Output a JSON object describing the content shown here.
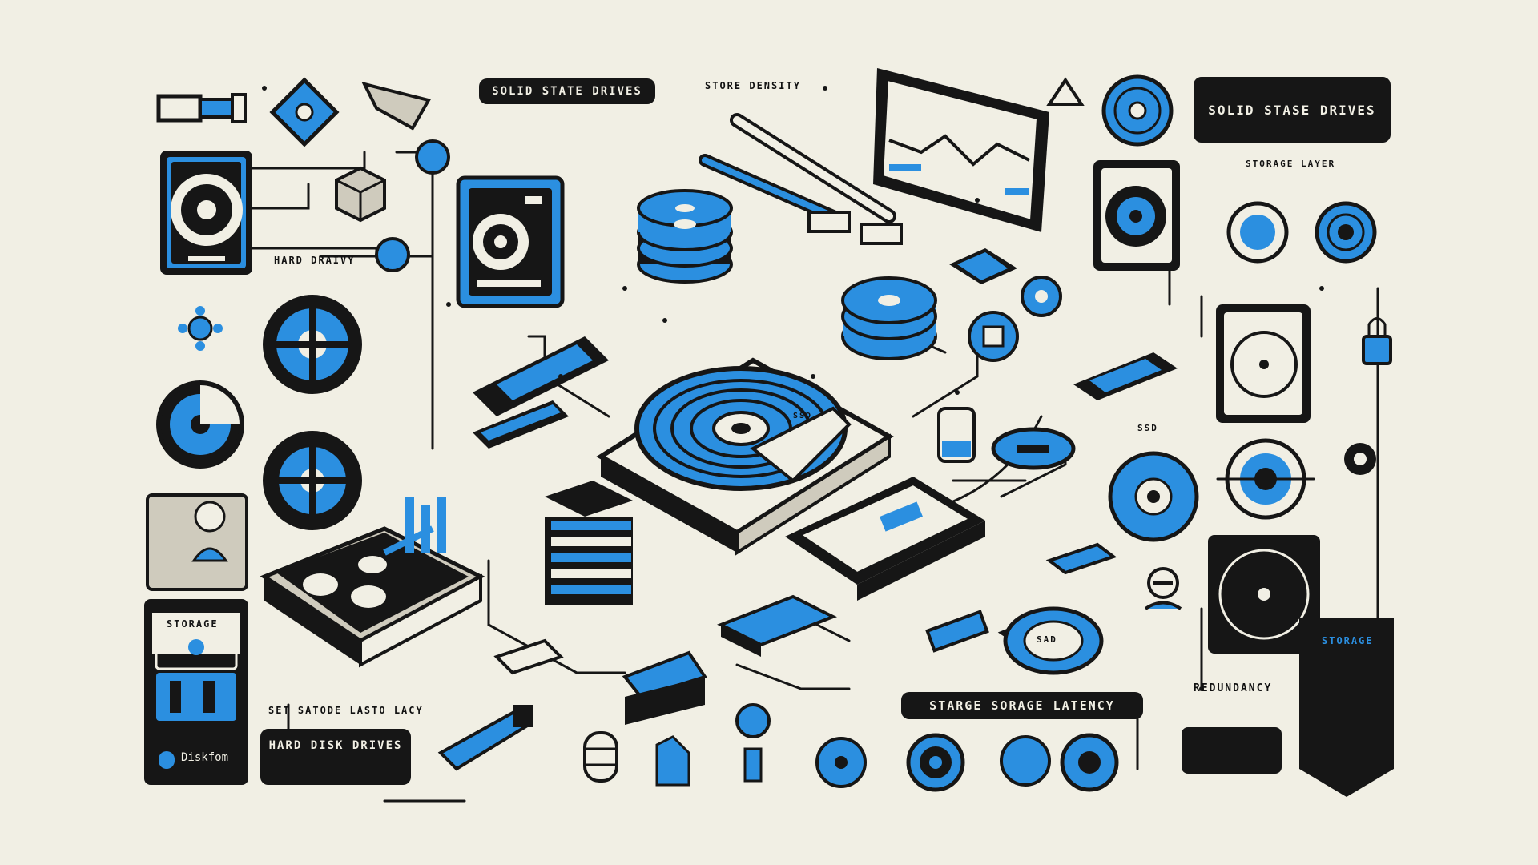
{
  "palette": {
    "accent": "#2b8fe0",
    "ink": "#161616",
    "paper": "#f1efe4",
    "grey": "#cfcbbd"
  },
  "labels": {
    "solid_state_top": "SOLID STATE DRIVES",
    "storage_density": "STORE DENSITY",
    "solid_state_right": "SOLID STASE DRIVES",
    "storage_layer": "STORAGE LAYER",
    "hard_drive_small": "HARD DRAIVY",
    "storage_panel": "STORAGE",
    "brand": "Diskfom",
    "hard_disk_drives": "HARD DISK DRIVES",
    "set_storage_latency": "SET SATODE LASTO LACY",
    "storage_latency": "STARGE SORAGE LATENCY",
    "redundancy": "REDUNDANCY",
    "storage_shield": "STORAGE",
    "ssd_chip": "SSD",
    "sad_badge": "SAD",
    "ssd_tag": "SSD"
  }
}
